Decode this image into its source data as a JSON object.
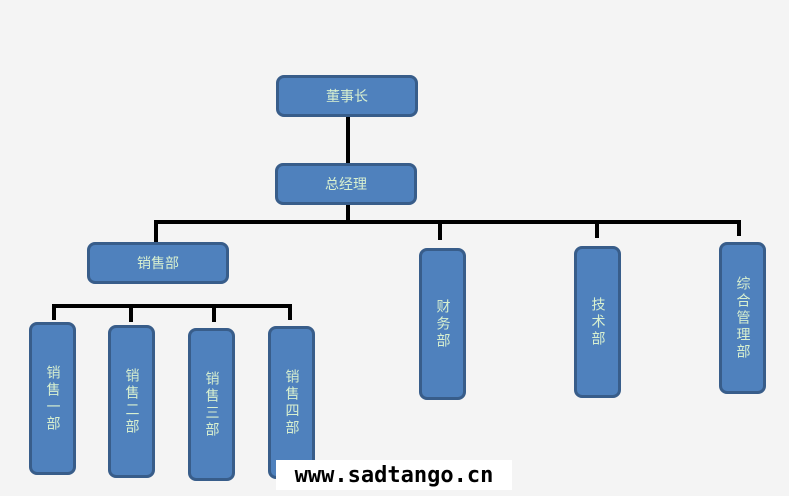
{
  "chart": {
    "type": "org-chart",
    "root": {
      "label": "董事长"
    },
    "general_manager": {
      "label": "总经理"
    },
    "departments": [
      {
        "label": "销售部"
      },
      {
        "label": "财务部"
      },
      {
        "label": "技术部"
      },
      {
        "label": "综合管理部"
      }
    ],
    "sales_subdivisions": [
      {
        "label": "销售一部"
      },
      {
        "label": "销售二部"
      },
      {
        "label": "销售三部"
      },
      {
        "label": "销售四部"
      }
    ],
    "colors": {
      "node_fill": "#4f81bd",
      "node_border": "#385d8a",
      "node_text": "#d8f0d0",
      "connector": "#000000",
      "background": "#f4f4f4"
    }
  },
  "watermark": {
    "text": "www.sadtango.cn"
  }
}
